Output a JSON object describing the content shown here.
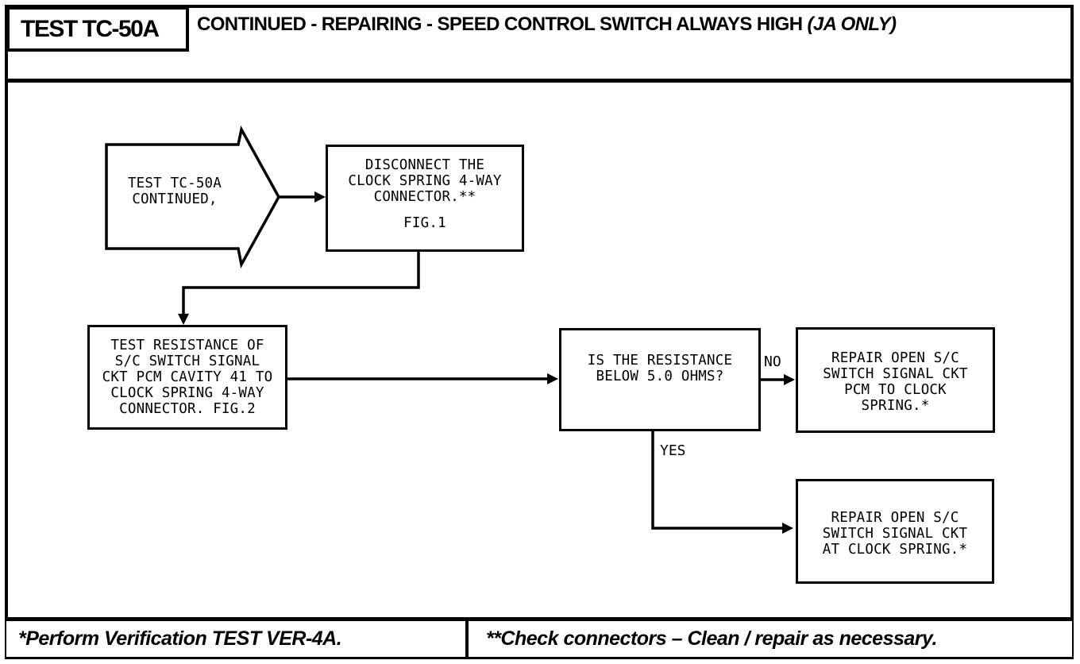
{
  "header": {
    "test_id": "TEST TC-50A",
    "title_main": "CONTINUED -  REPAIRING -  SPEED CONTROL SWITCH ALWAYS HIGH ",
    "title_suffix": "(JA ONLY)"
  },
  "flowchart": {
    "start_label": "TEST TC-50A\nCONTINUED,",
    "boxes": {
      "disconnect": {
        "text": "DISCONNECT THE\nCLOCK SPRING 4-WAY\nCONNECTOR.**",
        "fig": "FIG.1"
      },
      "test_resistance": {
        "text": "TEST RESISTANCE OF\nS/C SWITCH SIGNAL\nCKT PCM CAVITY 41 TO\nCLOCK SPRING 4-WAY\nCONNECTOR. FIG.2"
      },
      "question": {
        "text": "IS THE RESISTANCE\nBELOW 5.0 OHMS?"
      },
      "repair_pcm": {
        "text": "REPAIR OPEN S/C\nSWITCH SIGNAL CKT\nPCM TO CLOCK\nSPRING.*"
      },
      "repair_spring": {
        "text": "REPAIR OPEN S/C\nSWITCH SIGNAL CKT\nAT CLOCK SPRING.*"
      }
    },
    "labels": {
      "no": "NO",
      "yes": "YES"
    }
  },
  "footer": {
    "note_left": "*Perform Verification TEST VER-4A.",
    "note_right": "**Check connectors – Clean / repair as necessary."
  },
  "colors": {
    "ink": "#000000",
    "paper": "#ffffff"
  }
}
